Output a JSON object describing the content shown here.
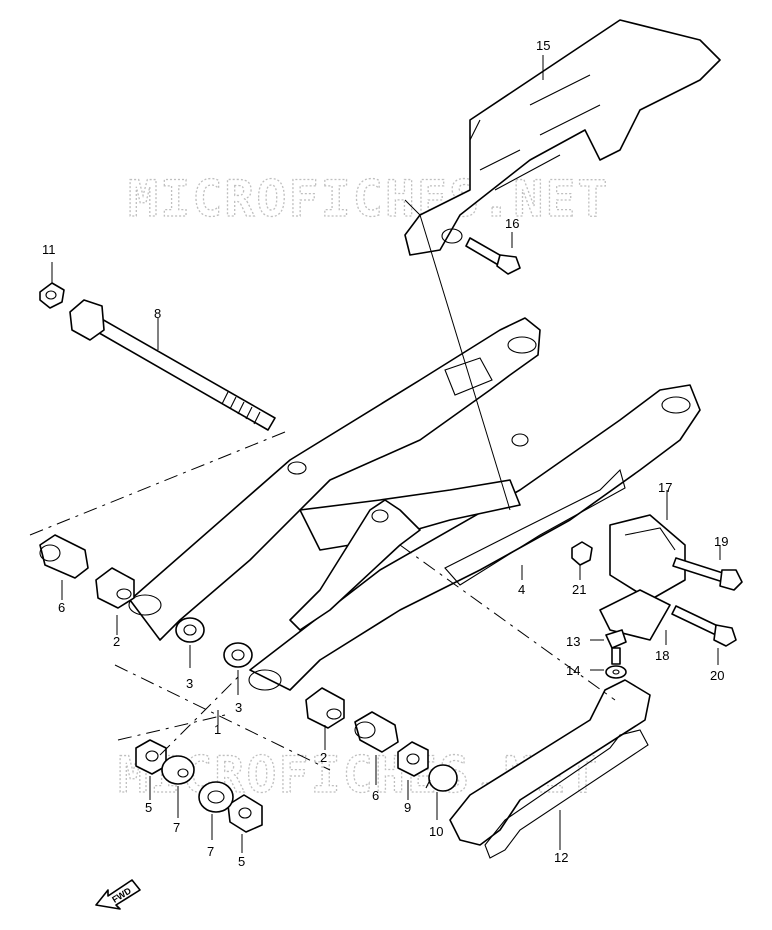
{
  "watermark": "MICROFICHES.NET",
  "direction_label": "FWD",
  "callouts": {
    "c1": "1",
    "c2a": "2",
    "c2b": "2",
    "c3a": "3",
    "c3b": "3",
    "c4": "4",
    "c5a": "5",
    "c5b": "5",
    "c6a": "6",
    "c6b": "6",
    "c7a": "7",
    "c7b": "7",
    "c8": "8",
    "c9": "9",
    "c10": "10",
    "c11": "11",
    "c12": "12",
    "c13": "13",
    "c14": "14",
    "c15": "15",
    "c16": "16",
    "c17": "17",
    "c18": "18",
    "c19": "19",
    "c20": "20",
    "c21": "21"
  },
  "colors": {
    "line": "#000000",
    "watermark": "#bfbfbf",
    "background": "#ffffff"
  }
}
